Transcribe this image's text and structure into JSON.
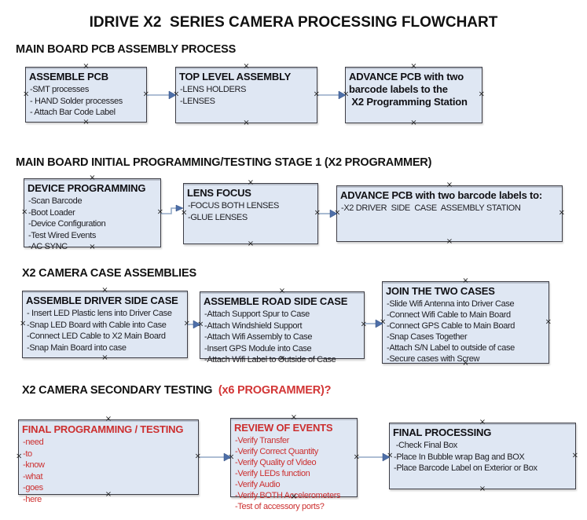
{
  "title": "IDRIVE X2  SERIES CAMERA PROCESSING FLOWCHART",
  "glyphs": {
    "connection_marker": "×"
  },
  "colors": {
    "box_fill": "#dfe7f3",
    "box_border": "#3e3e46",
    "red_text": "#cc2f2f",
    "heading_red": "#d23535",
    "arrow_line": "#93a9c6",
    "arrow_head": "#4e6fa8"
  },
  "sections": [
    {
      "heading": "MAIN BOARD PCB ASSEMBLY PROCESS",
      "heading_red": "",
      "boxes": [
        {
          "title": "ASSEMBLE PCB",
          "items": [
            "-SMT processes",
            "- HAND Solder processes",
            "- Attach Bar Code Label"
          ]
        },
        {
          "title": "TOP LEVEL ASSEMBLY",
          "items": [
            "-LENS HOLDERS",
            "-LENSES"
          ]
        },
        {
          "title": "ADVANCE PCB with two barcode labels to the\n X2 Programming Station",
          "items": []
        }
      ]
    },
    {
      "heading": "MAIN BOARD INITIAL PROGRAMMING/TESTING STAGE 1 (X2 PROGRAMMER)",
      "heading_red": "",
      "boxes": [
        {
          "title": "DEVICE PROGRAMMING",
          "items": [
            "-Scan Barcode",
            "-Boot Loader",
            "-Device Configuration",
            "-Test Wired Events",
            "-AC SYNC"
          ]
        },
        {
          "title": "LENS FOCUS",
          "items": [
            "-FOCUS BOTH LENSES",
            "-GLUE LENSES"
          ]
        },
        {
          "title": "ADVANCE PCB with two barcode labels to:",
          "items": [
            "-X2 DRIVER  SIDE  CASE  ASSEMBLY STATION"
          ]
        }
      ]
    },
    {
      "heading": "X2 CAMERA CASE ASSEMBLIES",
      "heading_red": "",
      "boxes": [
        {
          "title": "ASSEMBLE DRIVER SIDE CASE",
          "items": [
            "- Insert LED Plastic lens into Driver Case",
            "-Snap LED Board with Cable into Case",
            "-Connect LED Cable to X2 Main Board",
            "-Snap Main Board into case"
          ]
        },
        {
          "title": "ASSEMBLE ROAD SIDE CASE",
          "items": [
            "-Attach Support Spur to Case",
            "-Attach Windshield Support",
            "-Attach Wifi Assembly to Case",
            "-Insert GPS Module into Case",
            "-Attach Wifi Label to Outside of Case"
          ]
        },
        {
          "title": "JOIN THE TWO CASES",
          "items": [
            "-Slide Wifi Antenna into Driver Case",
            "-Connect Wifi Cable to Main Board",
            "-Connect GPS Cable to Main Board",
            "-Snap Cases Together",
            "-Attach S/N Label to outside of case",
            "-Secure cases with Screw"
          ]
        }
      ]
    },
    {
      "heading": "X2 CAMERA SECONDARY TESTING  ",
      "heading_red": "(x6 PROGRAMMER)?",
      "boxes": [
        {
          "title": "FINAL PROGRAMMING / TESTING",
          "items": [
            "-need",
            "-to",
            "-know",
            "-what",
            "-goes",
            "-here"
          ]
        },
        {
          "title": "REVIEW OF EVENTS",
          "items": [
            "-Verify Transfer",
            "-Verify Correct Quantity",
            "-Verify Quality of Video",
            "-Verify LEDs function",
            "-Verify Audio",
            "-Verify BOTH Accelerometers",
            "-Test of accessory ports?"
          ]
        },
        {
          "title": "FINAL PROCESSING",
          "items": [
            " -Check Final Box",
            "-Place In Bubble wrap Bag and BOX",
            "-Place Barcode Label on Exterior or Box"
          ]
        }
      ]
    }
  ]
}
